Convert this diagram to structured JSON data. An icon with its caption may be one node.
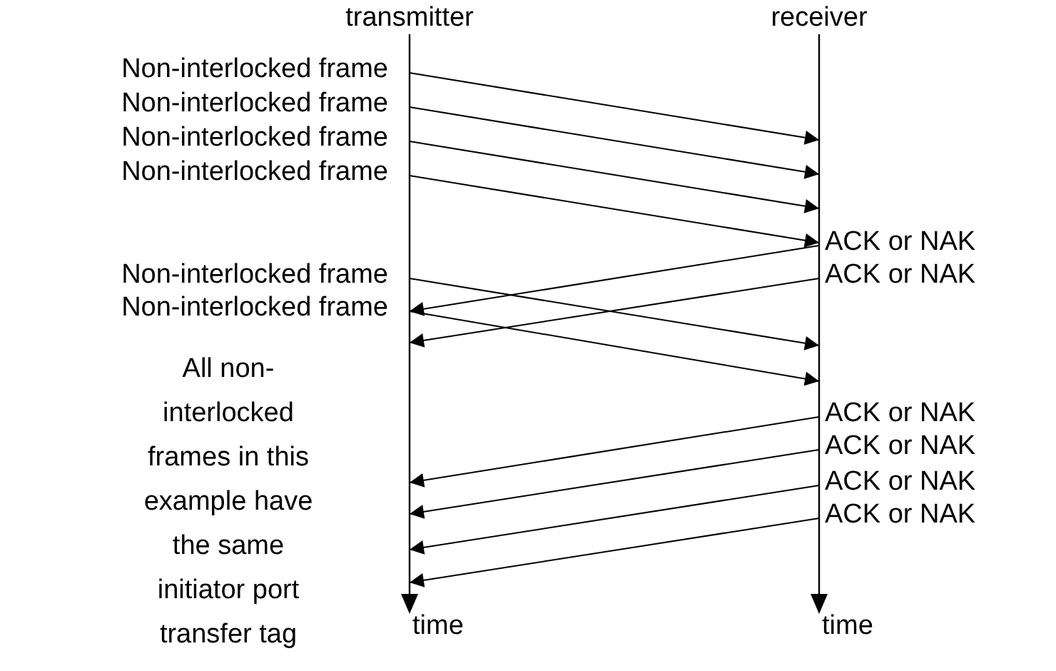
{
  "diagram": {
    "nodes": [
      {
        "text": [
          "transmitter"
        ],
        "beside": [
          "time"
        ]
      },
      {
        "text": [
          "receiver"
        ],
        "beside": [
          "time"
        ]
      }
    ],
    "edges": [
      {
        "from": 0,
        "to": 1,
        "arrow": "to",
        "label": "Non-interlocked frame"
      },
      {
        "from": 0,
        "to": 1,
        "arrow": "to",
        "label": "Non-interlocked frame"
      },
      {
        "from": 0,
        "to": 1,
        "arrow": "to",
        "label": "Non-interlocked frame"
      },
      {
        "from": 0,
        "to": 1,
        "arrow": "to",
        "label": "Non-interlocked frame"
      },
      {
        "from": 1,
        "to": 0,
        "arrow": "to",
        "label": "ACK or NAK"
      },
      {
        "from": 1,
        "to": 0,
        "arrow": "to",
        "label": "ACK or NAK"
      },
      {
        "from": 0,
        "to": 1,
        "arrow": "to",
        "label": "Non-interlocked frame"
      },
      {
        "from": 0,
        "to": 1,
        "arrow": "to",
        "label": "Non-interlocked frame"
      },
      {
        "from": 1,
        "to": 0,
        "arrow": "to",
        "label": "ACK or NAK"
      },
      {
        "from": 1,
        "to": 0,
        "arrow": "to",
        "label": "ACK or NAK"
      },
      {
        "from": 1,
        "to": 0,
        "arrow": "to",
        "label": "ACK or NAK"
      },
      {
        "from": 1,
        "to": 0,
        "arrow": "to",
        "label": "ACK or NAK"
      }
    ],
    "labels": [
      "All non-interlocked frames in this example have the same initiator port transfer tag"
    ]
  }
}
